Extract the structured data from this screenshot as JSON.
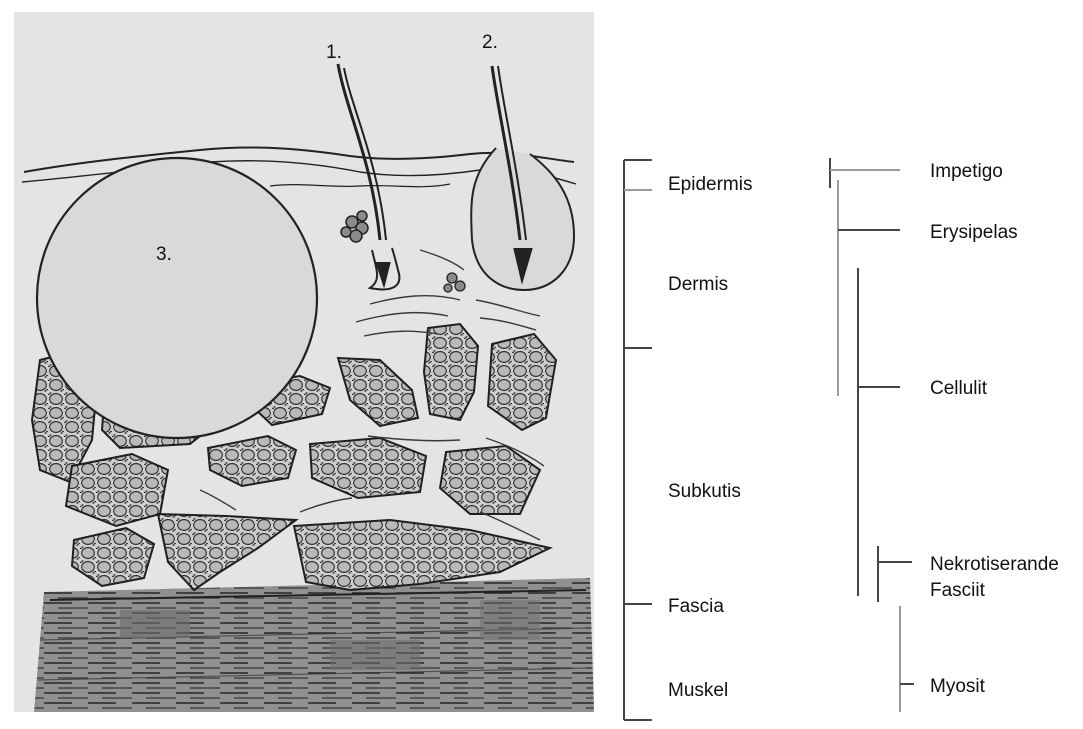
{
  "illustration": {
    "markers": {
      "hair_1": "1.",
      "hair_2": "2.",
      "cyst": "3."
    }
  },
  "layers": [
    "Epidermis",
    "Dermis",
    "Subkutis",
    "Fascia",
    "Muskel"
  ],
  "infections": {
    "impetigo": "Impetigo",
    "erysipelas": "Erysipelas",
    "cellulit": "Cellulit",
    "nekrotiserande_1": "Nekrotiserande",
    "nekrotiserande_2": "Fasciit",
    "myosit": "Myosit"
  },
  "colors": {
    "ink": "#2a2a2a",
    "paper": "#e4e4e4",
    "line_dark": "#444444",
    "line_light": "#9a9a9a"
  }
}
